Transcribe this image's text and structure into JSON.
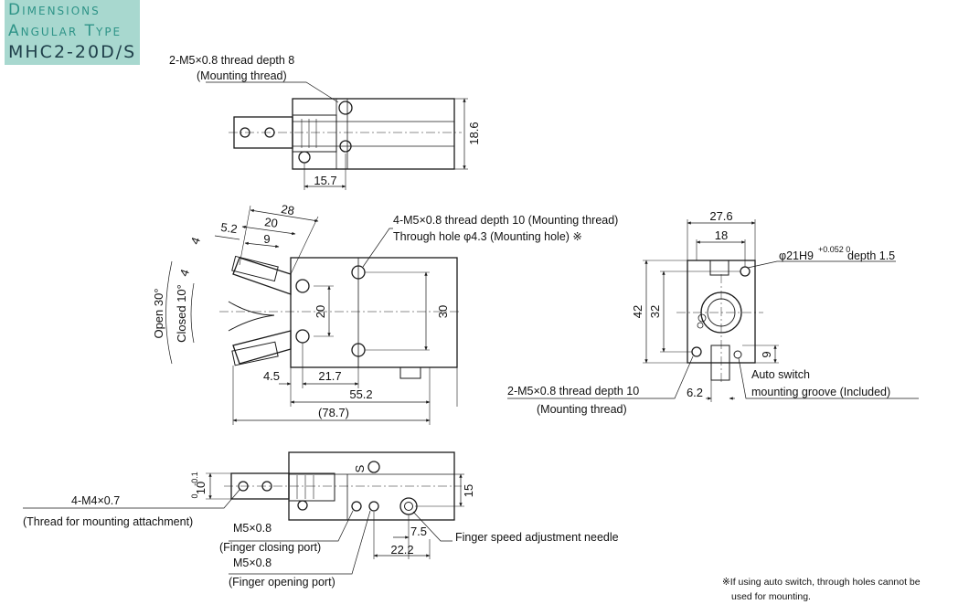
{
  "title": {
    "line1": "Dimensions",
    "line2": "Angular Type",
    "line3": "MHC2-20D/S"
  },
  "top_view": {
    "thread_note": "2-M5×0.8 thread depth 8",
    "thread_note_sub": "(Mounting thread)",
    "dim_height": "18.6",
    "dim_width": "15.7"
  },
  "front_view": {
    "mount_note": "4-M5×0.8 thread depth 10 (Mounting thread)",
    "through_hole": "Through hole φ4.3 (Mounting hole) ※",
    "dim_28": "28",
    "dim_20_top": "20",
    "dim_9": "9",
    "dim_5_2": "5.2",
    "dim_4a": "4",
    "dim_4b": "4",
    "open_angle": "Open 30°",
    "closed_angle": "Closed 10°",
    "dim_20_side": "20",
    "dim_30": "30",
    "dim_4_5": "4.5",
    "dim_21_7": "21.7",
    "dim_55_2": "55.2",
    "dim_78_7": "(78.7)"
  },
  "side_view": {
    "dim_27_6": "27.6",
    "dim_18": "18",
    "bore_note": "φ21H9",
    "bore_tol": "+0.052 0",
    "bore_depth": "depth 1.5",
    "dim_42": "42",
    "dim_32": "32",
    "dim_9": "9",
    "dim_6_2": "6.2",
    "thread_note": "2-M5×0.8 thread depth 10",
    "thread_note_sub": "(Mounting thread)",
    "switch_note": "Auto switch",
    "switch_note_sub": "mounting groove (Included)"
  },
  "bottom_view": {
    "dim_10": "10",
    "tol_10": "-0.1",
    "tol_10b": "0",
    "dim_15": "15",
    "port_s": "S",
    "attach_thread": "4-M4×0.7",
    "attach_thread_sub": "(Thread for mounting attachment)",
    "closing_port": "M5×0.8",
    "closing_port_sub": "(Finger closing port)",
    "opening_port": "M5×0.8",
    "opening_port_sub": "(Finger opening port)",
    "dim_7_5": "7.5",
    "dim_22_2": "22.2",
    "needle_note": "Finger speed adjustment needle"
  },
  "footnote": {
    "line1": "※If using auto switch, through holes cannot be",
    "line2": "used for mounting."
  },
  "colors": {
    "title_bg": "#a8d8cf",
    "title_text": "#2f9488",
    "title_model": "#1f3f4a",
    "line": "#1a1a1a"
  }
}
